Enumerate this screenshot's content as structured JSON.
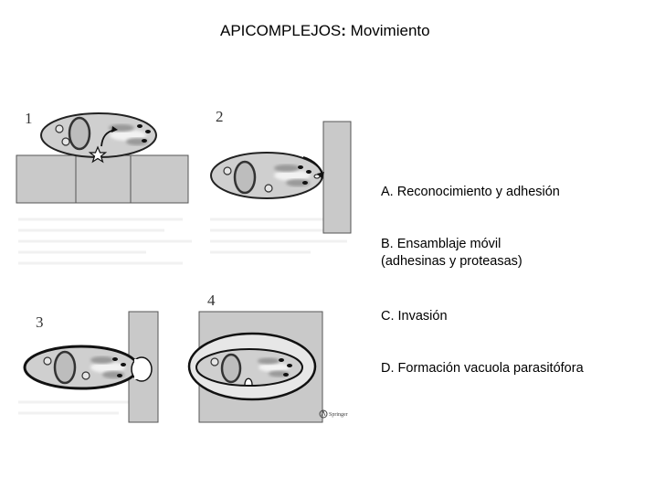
{
  "title": {
    "main": "APICOMPLEJOS",
    "colon": ":",
    "sub": " Movimiento"
  },
  "panels": [
    {
      "number": "1"
    },
    {
      "number": "2"
    },
    {
      "number": "3"
    },
    {
      "number": "4"
    }
  ],
  "captions": [
    {
      "text": "A. Reconocimiento y adhesión"
    },
    {
      "line1": "B. Ensamblaje móvil",
      "line2": "(adhesinas y proteasas)"
    },
    {
      "text": "C. Invasión"
    },
    {
      "text": "D. Formación vacuola parasitófora"
    }
  ],
  "publisher_mark": "Springer"
}
